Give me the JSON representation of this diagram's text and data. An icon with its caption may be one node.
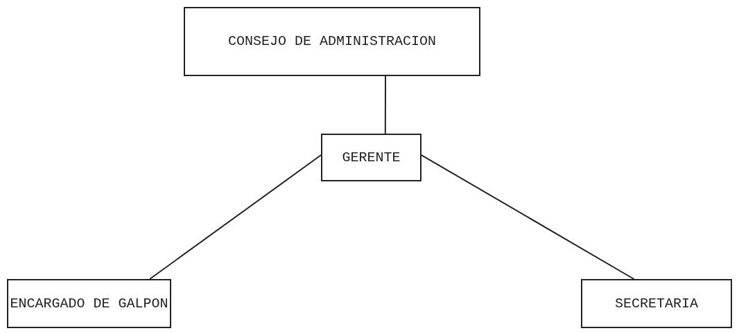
{
  "diagram": {
    "nodes": [
      {
        "text": [
          "CONSEJO DE ADMINISTRACION"
        ]
      },
      {
        "text": [
          "GERENTE"
        ]
      },
      {
        "text": [
          "ENCARGADO DE GALPON"
        ]
      },
      {
        "text": [
          "SECRETARIA"
        ]
      }
    ],
    "edges": [
      {
        "from": 0,
        "to": 1,
        "arrow": "none"
      },
      {
        "from": 1,
        "to": 2,
        "arrow": "none"
      },
      {
        "from": 1,
        "to": 3,
        "arrow": "none"
      }
    ]
  }
}
